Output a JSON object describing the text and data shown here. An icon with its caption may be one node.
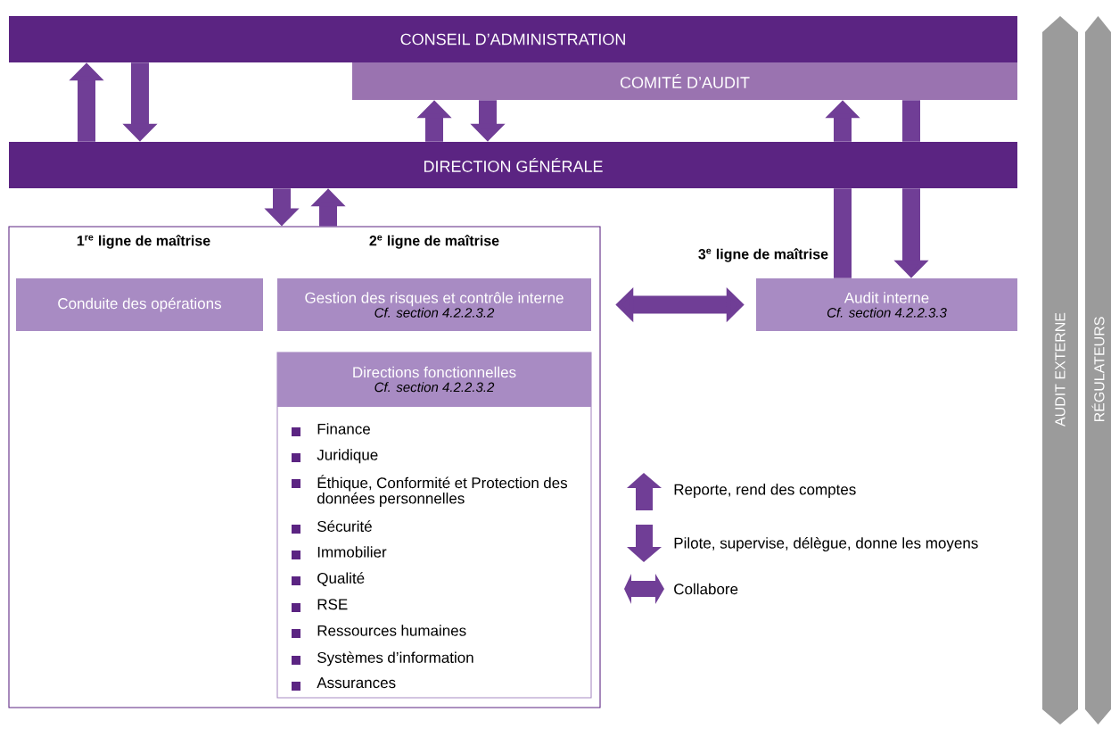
{
  "diagram": {
    "nodes": [
      {
        "text": [
          "CONSEIL D’ADMINISTRATION"
        ]
      },
      {
        "text": [
          "COMITÉ D’AUDIT"
        ]
      },
      {
        "text": [
          "DIRECTION GÉNÉRALE"
        ]
      },
      {
        "text": [
          "1$^{re}$ ligne de maîtrise",
          "2$^{e}$ ligne de maîtrise"
        ]
      },
      {
        "text": [
          "Conduite des opérations"
        ],
        "in": 3
      },
      {
        "text": [
          "Gestion des risques et contrôle interne",
          "Cf. section 4.2.2.3.2"
        ],
        "in": 3
      },
      {
        "text": [
          "Directions fonctionnelles",
          "Cf. section 4.2.2.3.2",
          "Finance",
          "Juridique",
          "Éthique, Conformité et Protection des données personnelles",
          "Sécurité",
          "Immobilier",
          "Qualité",
          "RSE",
          "Ressources humaines",
          "Systèmes d’information",
          "Assurances"
        ],
        "in": 3
      },
      {
        "text": [
          "3$^{e}$ ligne de maîtrise",
          "Audit interne",
          "Cf. section 4.2.2.3.3"
        ]
      },
      {
        "text": [
          "AUDIT EXTERNE"
        ]
      },
      {
        "text": [
          "RÉGULATEURS"
        ]
      }
    ],
    "edges": [
      {
        "from": 2,
        "to": 0,
        "arrow": "to"
      },
      {
        "from": 0,
        "to": 2,
        "arrow": "to"
      },
      {
        "from": 2,
        "to": 1,
        "arrow": "to"
      },
      {
        "from": 1,
        "to": 2,
        "arrow": "to"
      },
      {
        "from": 2,
        "to": 3,
        "arrow": "to"
      },
      {
        "from": 3,
        "to": 2,
        "arrow": "to"
      },
      {
        "from": 7,
        "to": 2,
        "arrow": "none"
      },
      {
        "from": 2,
        "to": 1,
        "arrow": "to"
      },
      {
        "from": 1,
        "to": 2,
        "arrow": "none"
      },
      {
        "from": 2,
        "to": 7,
        "arrow": "to"
      },
      {
        "from": 5,
        "to": 7,
        "arrow": "both"
      }
    ],
    "legend": [
      {
        "text": "Reporte, rend des comptes"
      },
      {
        "text": "Pilote, supervise, délègue, donne les moyens"
      },
      {
        "text": "Collabore"
      }
    ]
  }
}
